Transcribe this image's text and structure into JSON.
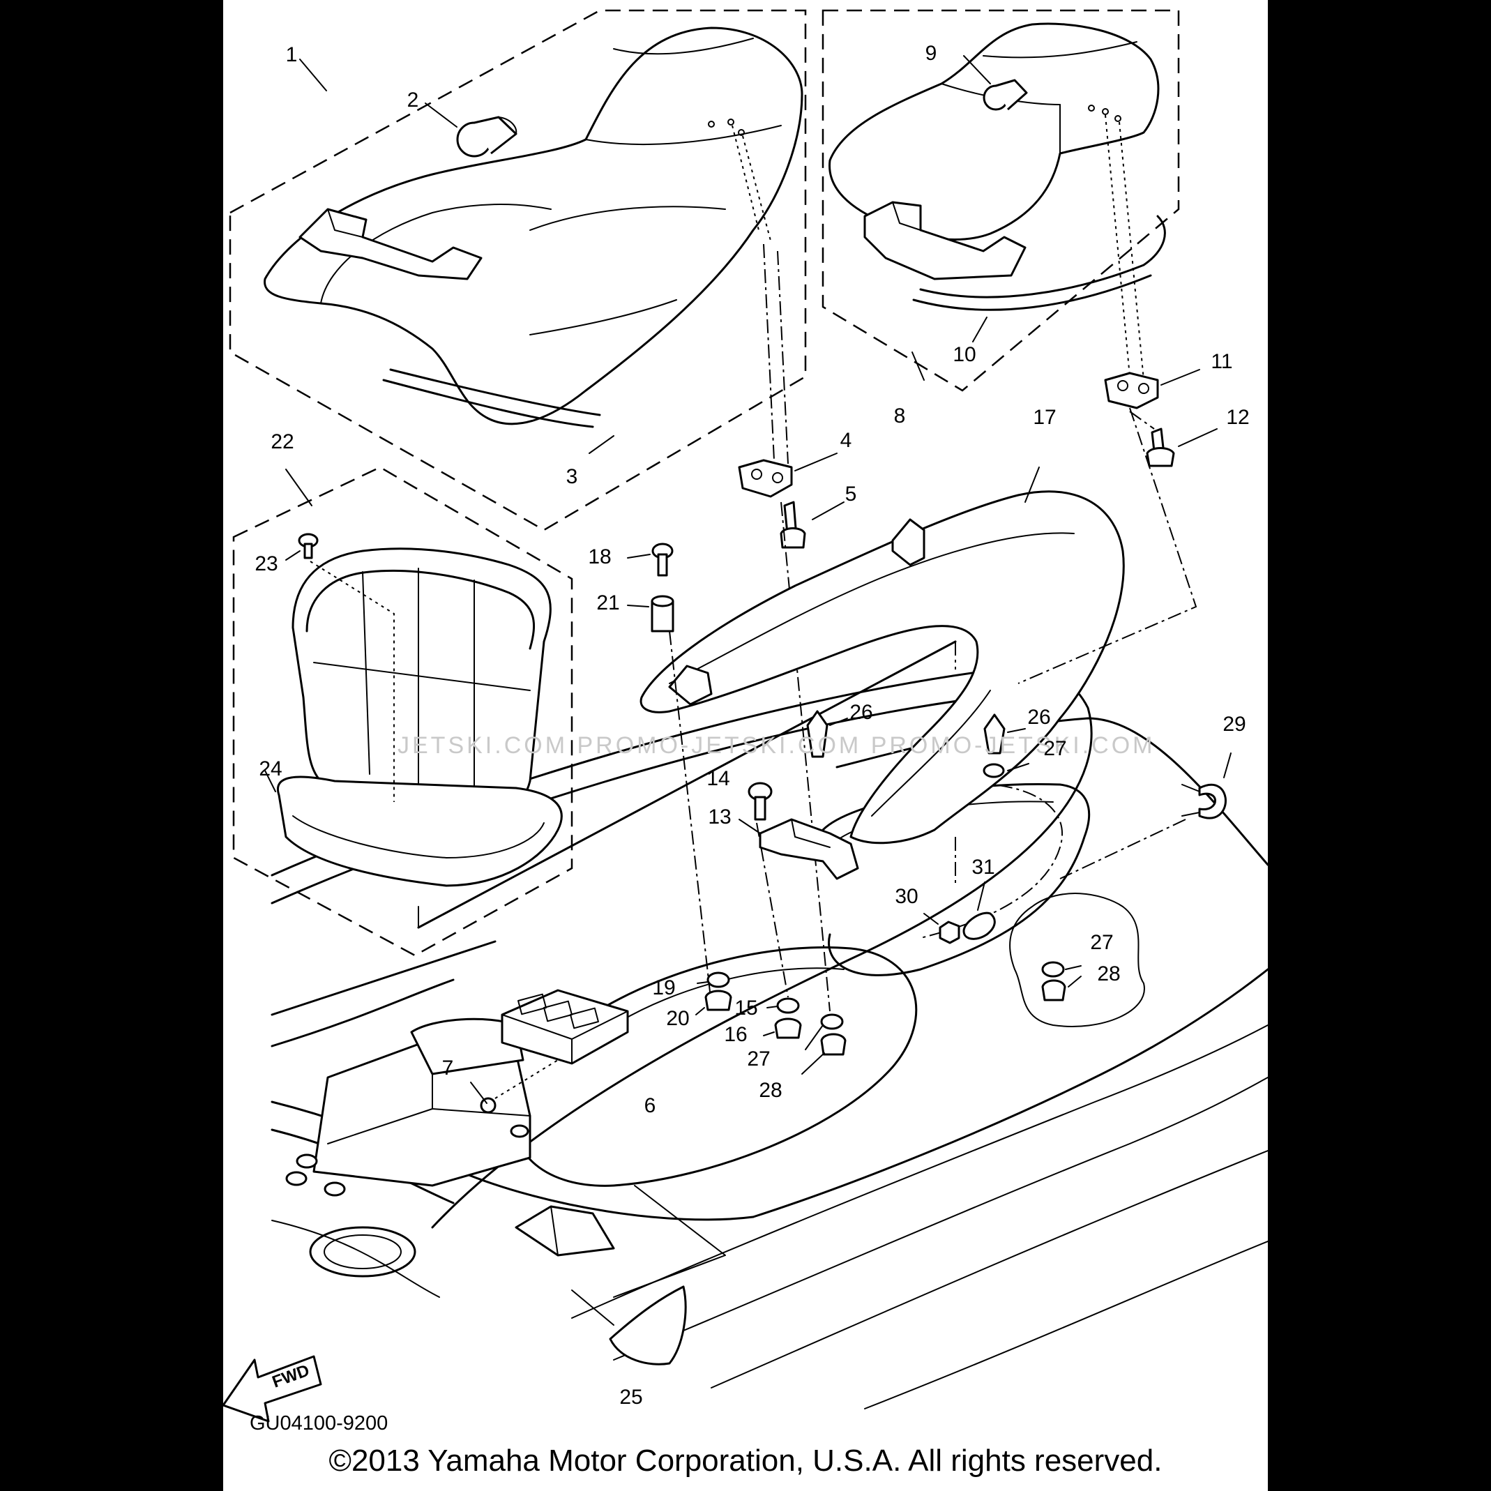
{
  "diagram": {
    "drawing_code": "GU04100-9200",
    "copyright": "©2013 Yamaha Motor Corporation, U.S.A. All rights reserved.",
    "watermark": "JETSKI.COM   PROMO-JETSKI.COM   PROMO-JETSKI.COM",
    "fwd_label": "FWD",
    "callouts": [
      "1",
      "2",
      "3",
      "4",
      "5",
      "6",
      "7",
      "8",
      "9",
      "10",
      "11",
      "12",
      "13",
      "14",
      "15",
      "16",
      "17",
      "18",
      "19",
      "20",
      "21",
      "22",
      "23",
      "24",
      "25",
      "26",
      "26",
      "27",
      "27",
      "27",
      "28",
      "28",
      "29",
      "30",
      "31"
    ]
  }
}
